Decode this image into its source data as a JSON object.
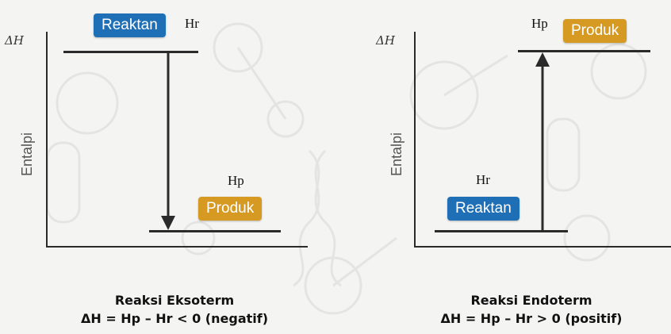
{
  "left_diagram": {
    "delta_h_label": "ΔH",
    "y_axis_label": "Entalpi",
    "reactant_badge": "Reaktan",
    "reactant_level_label": "Hr",
    "product_badge": "Produk",
    "product_level_label": "Hp",
    "caption_title": "Reaksi Eksoterm",
    "caption_equation": "ΔH = Hp – Hr < 0 (negatif)"
  },
  "right_diagram": {
    "delta_h_label": "ΔH",
    "y_axis_label": "Entalpi",
    "reactant_badge": "Reaktan",
    "reactant_level_label": "Hr",
    "product_badge": "Produk",
    "product_level_label": "Hp",
    "caption_title": "Reaksi Endoterm",
    "caption_equation": "ΔH = Hp – Hr > 0 (positif)"
  },
  "colors": {
    "reactant_badge": "#1f6fb6",
    "product_badge": "#d69a22",
    "lines": "#2b2b2b"
  }
}
